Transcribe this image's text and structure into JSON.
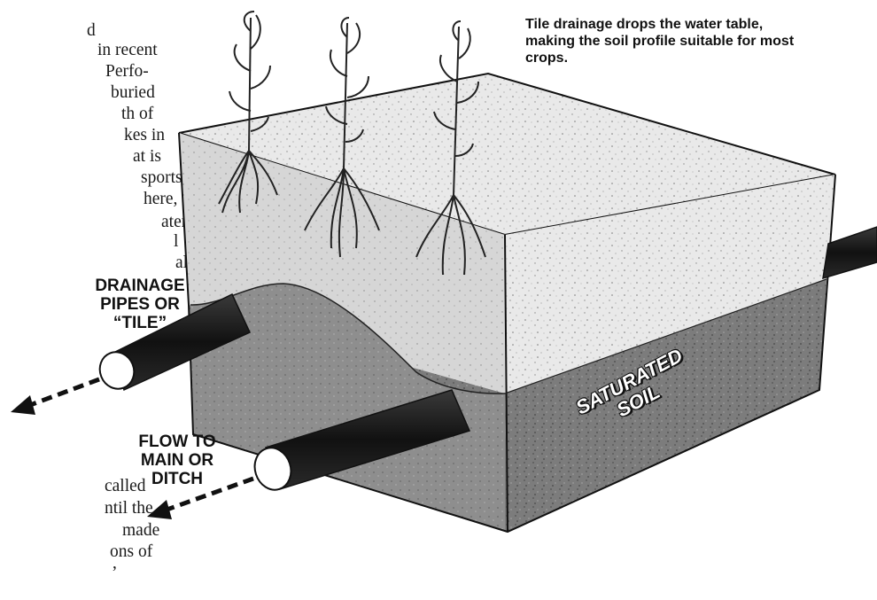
{
  "left_text_top": [
    "d",
    "in recent",
    "Perfo-",
    "buried",
    "th of",
    "kes in",
    "at is",
    "sports it",
    "here, the",
    "ater-",
    "l",
    "al"
  ],
  "left_text_bottom": [
    "called",
    "ntil the",
    "made",
    "ons of",
    "’"
  ],
  "caption": "Tile drainage drops the water table, making the soil profile suitable for most crops.",
  "labels": {
    "drainage_pipes": "DRAINAGE PIPES OR “TILE”",
    "flow_to_main": "FLOW TO MAIN OR DITCH",
    "saturated_soil": "SATURATED SOIL"
  },
  "colors": {
    "ink": "#111111",
    "topsoil": "#e9e9e9",
    "side_light": "#d9d9d9",
    "side_dark": "#9a9a9a",
    "saturated": "#7c7c7c",
    "pipe": "#1e1e1e"
  }
}
